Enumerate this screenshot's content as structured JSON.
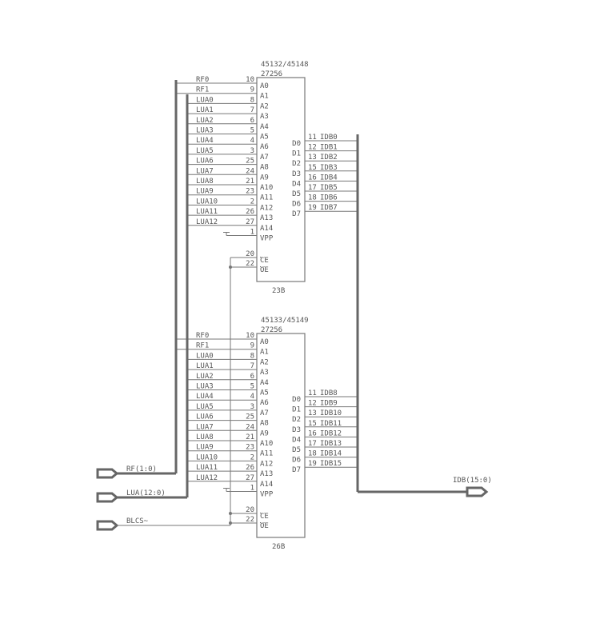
{
  "chips": [
    {
      "part": "45132/45148",
      "type": "27256",
      "ref": "23B",
      "address_pins": [
        {
          "net": "RF0",
          "num": "10",
          "name": "A0"
        },
        {
          "net": "RF1",
          "num": "9",
          "name": "A1"
        },
        {
          "net": "LUA0",
          "num": "8",
          "name": "A2"
        },
        {
          "net": "LUA1",
          "num": "7",
          "name": "A3"
        },
        {
          "net": "LUA2",
          "num": "6",
          "name": "A4"
        },
        {
          "net": "LUA3",
          "num": "5",
          "name": "A5"
        },
        {
          "net": "LUA4",
          "num": "4",
          "name": "A6"
        },
        {
          "net": "LUA5",
          "num": "3",
          "name": "A7"
        },
        {
          "net": "LUA6",
          "num": "25",
          "name": "A8"
        },
        {
          "net": "LUA7",
          "num": "24",
          "name": "A9"
        },
        {
          "net": "LUA8",
          "num": "21",
          "name": "A10"
        },
        {
          "net": "LUA9",
          "num": "23",
          "name": "A11"
        },
        {
          "net": "LUA10",
          "num": "2",
          "name": "A12"
        },
        {
          "net": "LUA11",
          "num": "26",
          "name": "A13"
        },
        {
          "net": "LUA12",
          "num": "27",
          "name": "A14"
        }
      ],
      "vpp": {
        "num": "1",
        "name": "VPP"
      },
      "ce": {
        "num": "20",
        "name": "CE"
      },
      "oe": {
        "num": "22",
        "name": "OE"
      },
      "data_pins": [
        {
          "name": "D0",
          "num": "11",
          "net": "IDB0"
        },
        {
          "name": "D1",
          "num": "12",
          "net": "IDB1"
        },
        {
          "name": "D2",
          "num": "13",
          "net": "IDB2"
        },
        {
          "name": "D3",
          "num": "15",
          "net": "IDB3"
        },
        {
          "name": "D4",
          "num": "16",
          "net": "IDB4"
        },
        {
          "name": "D5",
          "num": "17",
          "net": "IDB5"
        },
        {
          "name": "D6",
          "num": "18",
          "net": "IDB6"
        },
        {
          "name": "D7",
          "num": "19",
          "net": "IDB7"
        }
      ]
    },
    {
      "part": "45133/45149",
      "type": "27256",
      "ref": "26B",
      "address_pins": [
        {
          "net": "RF0",
          "num": "10",
          "name": "A0"
        },
        {
          "net": "RF1",
          "num": "9",
          "name": "A1"
        },
        {
          "net": "LUA0",
          "num": "8",
          "name": "A2"
        },
        {
          "net": "LUA1",
          "num": "7",
          "name": "A3"
        },
        {
          "net": "LUA2",
          "num": "6",
          "name": "A4"
        },
        {
          "net": "LUA3",
          "num": "5",
          "name": "A5"
        },
        {
          "net": "LUA4",
          "num": "4",
          "name": "A6"
        },
        {
          "net": "LUA5",
          "num": "3",
          "name": "A7"
        },
        {
          "net": "LUA6",
          "num": "25",
          "name": "A8"
        },
        {
          "net": "LUA7",
          "num": "24",
          "name": "A9"
        },
        {
          "net": "LUA8",
          "num": "21",
          "name": "A10"
        },
        {
          "net": "LUA9",
          "num": "23",
          "name": "A11"
        },
        {
          "net": "LUA10",
          "num": "2",
          "name": "A12"
        },
        {
          "net": "LUA11",
          "num": "26",
          "name": "A13"
        },
        {
          "net": "LUA12",
          "num": "27",
          "name": "A14"
        }
      ],
      "vpp": {
        "num": "1",
        "name": "VPP"
      },
      "ce": {
        "num": "20",
        "name": "CE"
      },
      "oe": {
        "num": "22",
        "name": "OE"
      },
      "data_pins": [
        {
          "name": "D0",
          "num": "11",
          "net": "IDB8"
        },
        {
          "name": "D1",
          "num": "12",
          "net": "IDB9"
        },
        {
          "name": "D2",
          "num": "13",
          "net": "IDB10"
        },
        {
          "name": "D3",
          "num": "15",
          "net": "IDB11"
        },
        {
          "name": "D4",
          "num": "16",
          "net": "IDB12"
        },
        {
          "name": "D5",
          "num": "17",
          "net": "IDB13"
        },
        {
          "name": "D6",
          "num": "18",
          "net": "IDB14"
        },
        {
          "name": "D7",
          "num": "19",
          "net": "IDB15"
        }
      ]
    }
  ],
  "connectors": {
    "rf": "RF(1:0)",
    "lua": "LUA(12:0)",
    "blcs": "BLCS~",
    "idb": "IDB(15:0)"
  }
}
